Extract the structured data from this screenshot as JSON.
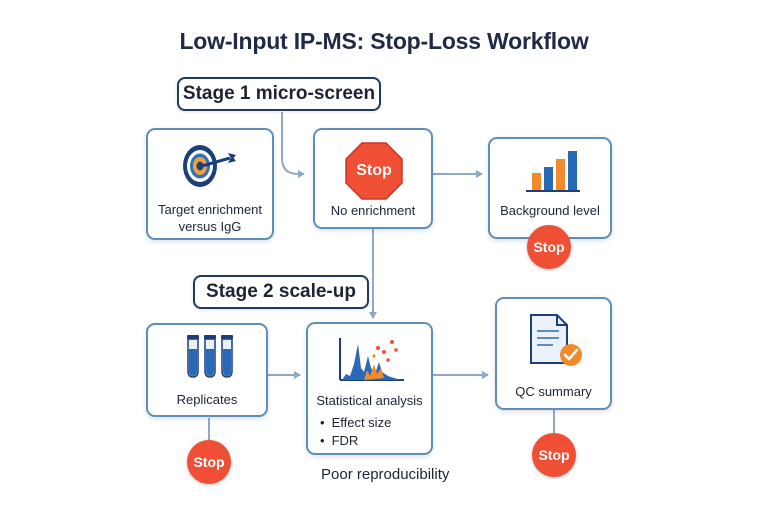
{
  "title": "Low-Input IP-MS: Stop-Loss Workflow",
  "stages": {
    "stage1": "Stage 1 micro-screen",
    "stage2": "Stage 2 scale-up"
  },
  "nodes": {
    "target": {
      "label_line1": "Target enrichment",
      "label_line2": "versus IgG",
      "icon": "target-icon"
    },
    "no_enrichment": {
      "label": "No enrichment",
      "sign": "Stop",
      "icon": "stop-sign-icon"
    },
    "background": {
      "label": "Background level",
      "icon": "bar-chart-icon"
    },
    "replicates": {
      "label": "Replicates",
      "icon": "test-tubes-icon"
    },
    "stats": {
      "label": "Statistical analysis",
      "bullets": [
        "Effect size",
        "FDR"
      ],
      "icon": "peak-plot-icon"
    },
    "qc": {
      "label": "QC summary",
      "icon": "document-check-icon"
    }
  },
  "stop_label": "Stop",
  "poor_reproducibility": "Poor reproducibility",
  "colors": {
    "border": "#5f8fb7",
    "stop_red": "#ef4f34",
    "arrow": "#8fa9c2",
    "dark_navy": "#223a5e",
    "bar_blue": "#2a68b8",
    "bar_orange": "#f08a2c"
  }
}
